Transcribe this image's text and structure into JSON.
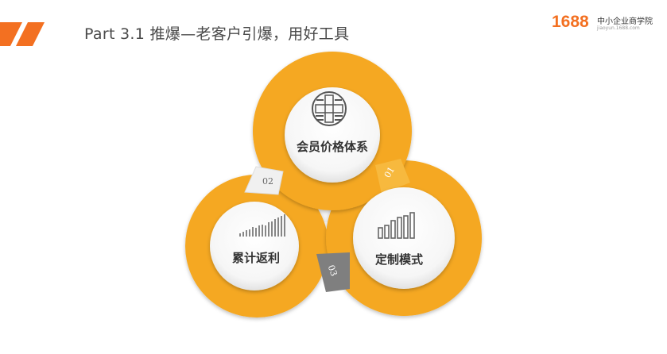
{
  "header": {
    "title": "Part 3.1 推爆—老客户引爆，用好工具"
  },
  "brand": {
    "number": "1688",
    "name": "中小企业商学院",
    "url": "jiaoyun.1688.com"
  },
  "diagram": {
    "nodes": [
      {
        "label": "会员价格体系",
        "tab": "01",
        "icon": "shield-cross-icon"
      },
      {
        "label": "累计返利",
        "tab": "02",
        "icon": "rising-bars-icon"
      },
      {
        "label": "定制模式",
        "tab": "03",
        "icon": "bar-chart-icon"
      }
    ]
  },
  "colors": {
    "accent": "#f37021",
    "ring": "#f5a820",
    "ring_dark": "#e8901a",
    "tab_gray": "#7f7f7f"
  }
}
